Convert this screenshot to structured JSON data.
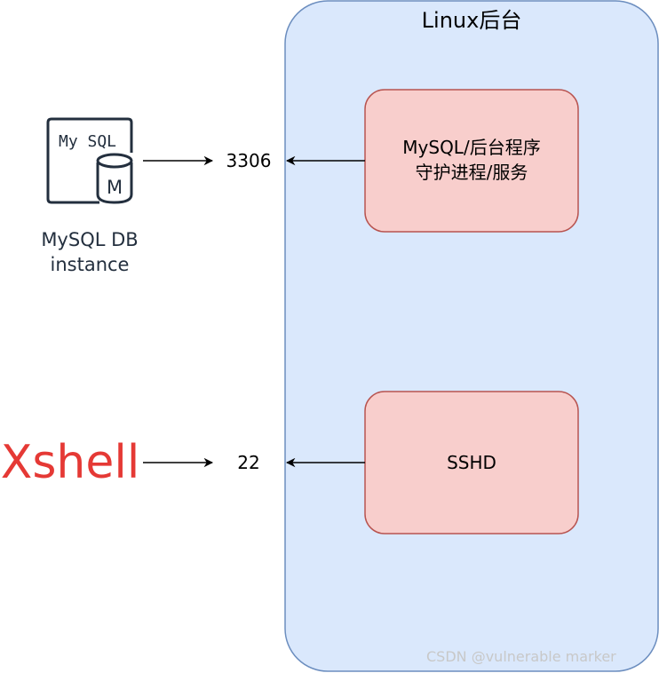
{
  "server": {
    "title": "Linux后台"
  },
  "services": {
    "mysql": {
      "line1": "MySQL/后台程序",
      "line2": "守护进程/服务"
    },
    "sshd": {
      "label": "SSHD"
    }
  },
  "ports": {
    "mysql": "3306",
    "ssh": "22"
  },
  "clients": {
    "mysql": {
      "icon": "mysql-db-instance-icon",
      "icon_text": "My SQL",
      "icon_letter": "M",
      "line1": "MySQL DB",
      "line2": "instance"
    },
    "xshell": {
      "label": "Xshell"
    }
  },
  "watermark": "CSDN @vulnerable marker",
  "colors": {
    "server_fill": "#dae8fc",
    "server_stroke": "#6c8ebf",
    "service_fill": "#f8cecc",
    "service_stroke": "#b85450",
    "xshell": "#e53935",
    "icon": "#232f3e"
  }
}
